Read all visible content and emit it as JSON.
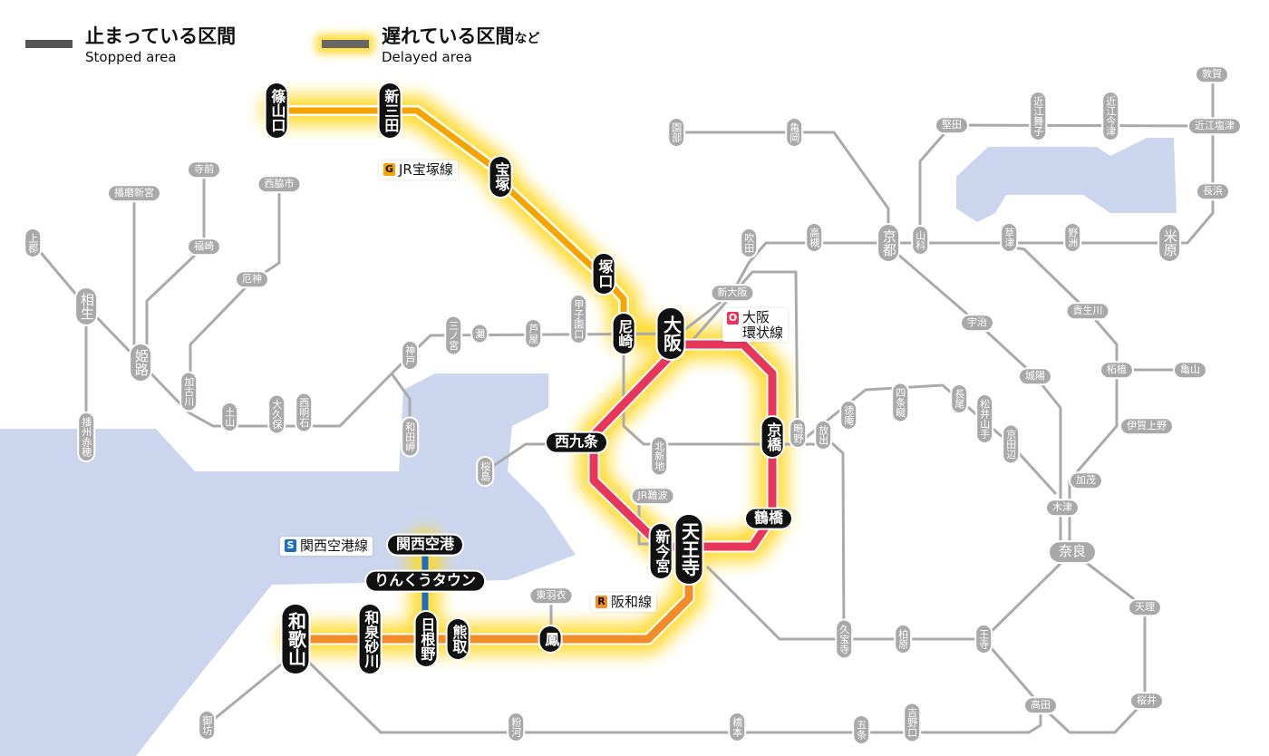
{
  "legend": {
    "stopped_jp": "止まっている区間",
    "stopped_en": "Stopped area",
    "delayed_jp": "遅れている区間",
    "delayed_suffix": "など",
    "delayed_en": "Delayed area"
  },
  "lines": {
    "takarazuka": {
      "badge": "G",
      "name": "JR宝塚線",
      "color": "#f5a400"
    },
    "loop": {
      "badge": "O",
      "name1": "大阪",
      "name2": "環状線",
      "color": "#e8355a"
    },
    "kansai_airport": {
      "badge": "S",
      "name": "関西空港線",
      "color": "#1b6fc0"
    },
    "hanwa": {
      "badge": "R",
      "name": "阪和線",
      "color": "#f28c28"
    }
  },
  "colors": {
    "water": "#cbd6ee",
    "track": "#aaaaaa",
    "glow": "#ffd92a",
    "stopped": "#555555"
  },
  "stations": {
    "kamigori": "上郡",
    "aioi": "相生",
    "banshuako": "播州赤穂",
    "harimashingu": "播磨新宮",
    "himeji": "姫路",
    "teramae": "寺前",
    "fukusaki": "福崎",
    "nishiwakishi": "西脇市",
    "yakujin": "厄神",
    "kakogawa": "加古川",
    "tsuchiyama": "土山",
    "okubo": "大久保",
    "nishiakashi": "西明石",
    "kobe": "神戸",
    "wadamisaki": "和田岬",
    "sannomiya": "三ノ宮",
    "nada": "灘",
    "ashiya": "芦屋",
    "koshienguchi": "甲子園口",
    "amagasaki": "尼崎",
    "osaka": "大阪",
    "shinosaka": "新大阪",
    "suita": "吹田",
    "takatsuki": "高槻",
    "kyoto": "京都",
    "yamashina": "山科",
    "kusatsu": "草津",
    "yasu": "野洲",
    "maibara": "米原",
    "nagahama": "長浜",
    "omishiotsu": "近江塩津",
    "tsuruga": "敦賀",
    "omiimazu": "近江今津",
    "omimaiko": "近江舞子",
    "katata": "堅田",
    "kameoka": "亀岡",
    "sonobe": "園部",
    "uji": "宇治",
    "kibukawa": "貴生川",
    "joyo": "城陽",
    "tsuge": "柘植",
    "kameyama": "亀山",
    "igaueno": "伊賀上野",
    "kamo": "加茂",
    "kizu": "木津",
    "nara": "奈良",
    "tenri": "天理",
    "sakurai": "桜井",
    "takada": "高田",
    "oji": "王寺",
    "kashiwara": "柏原",
    "kyuhoji": "久宝寺",
    "yoshinoguchi": "吉野口",
    "gojo": "五条",
    "hashimoto": "橋本",
    "kokawa": "粉河",
    "gobo": "御坊",
    "shijonawate": "四条畷",
    "nagao": "長尾",
    "matsuiyamate": "松井山手",
    "kyotanabe": "京田辺",
    "tokuan": "徳庵",
    "hanaten": "放出",
    "shigino": "鴫野",
    "kitashinchi": "北新地",
    "sakurajima": "桜島",
    "jrnamba": "JR難波",
    "higashihagoromo": "東羽衣",
    "sasayamaguchi": "篠山口",
    "shinsanda": "新三田",
    "takarazuka": "宝塚",
    "tsukaguchi": "塚口",
    "kyobashi": "京橋",
    "nishikujo": "西九条",
    "tsuruhashi": "鶴橋",
    "shinimamiya": "新今宮",
    "tennoji": "天王寺",
    "kansaiairport": "関西空港",
    "rinkutown": "りんくうタウン",
    "hineno": "日根野",
    "kumatori": "熊取",
    "otori": "鳳",
    "izumisunagawa": "和泉砂川",
    "wakayama": "和歌山"
  }
}
